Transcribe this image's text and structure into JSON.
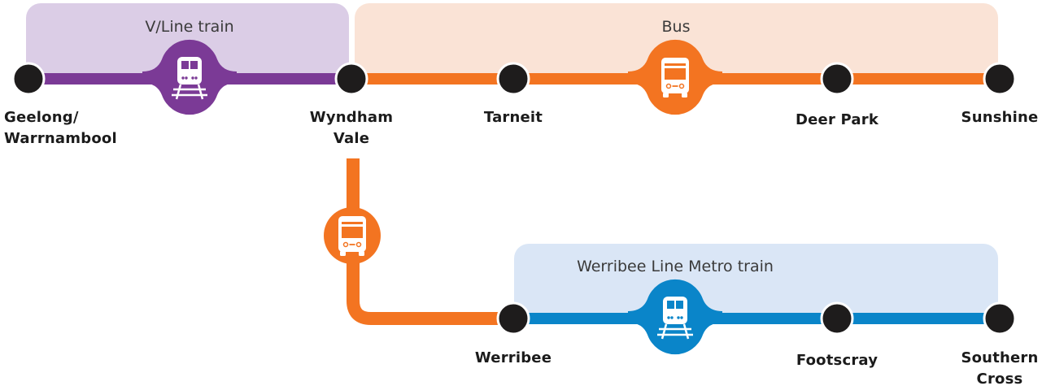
{
  "colors": {
    "vline_line": "#7b3a96",
    "vline_panel": "#dbcde6",
    "bus_line": "#f37421",
    "bus_panel": "#fae3d6",
    "metro_line": "#0a85c9",
    "metro_panel": "#dae6f6",
    "station": "#1e1c1c"
  },
  "segments": {
    "vline": {
      "title": "V/Line train",
      "icon": "train-icon"
    },
    "bus": {
      "title": "Bus",
      "icon": "bus-icon"
    },
    "connector_bus": {
      "icon": "bus-icon"
    },
    "metro": {
      "title": "Werribee Line Metro train",
      "icon": "train-icon"
    }
  },
  "stations": {
    "geelong": "Geelong/\nWarrnambool",
    "wyndham_vale": "Wyndham\nVale",
    "tarneit": "Tarneit",
    "deer_park": "Deer Park",
    "sunshine": "Sunshine",
    "werribee": "Werribee",
    "footscray": "Footscray",
    "southern_cross": "Southern\nCross"
  }
}
